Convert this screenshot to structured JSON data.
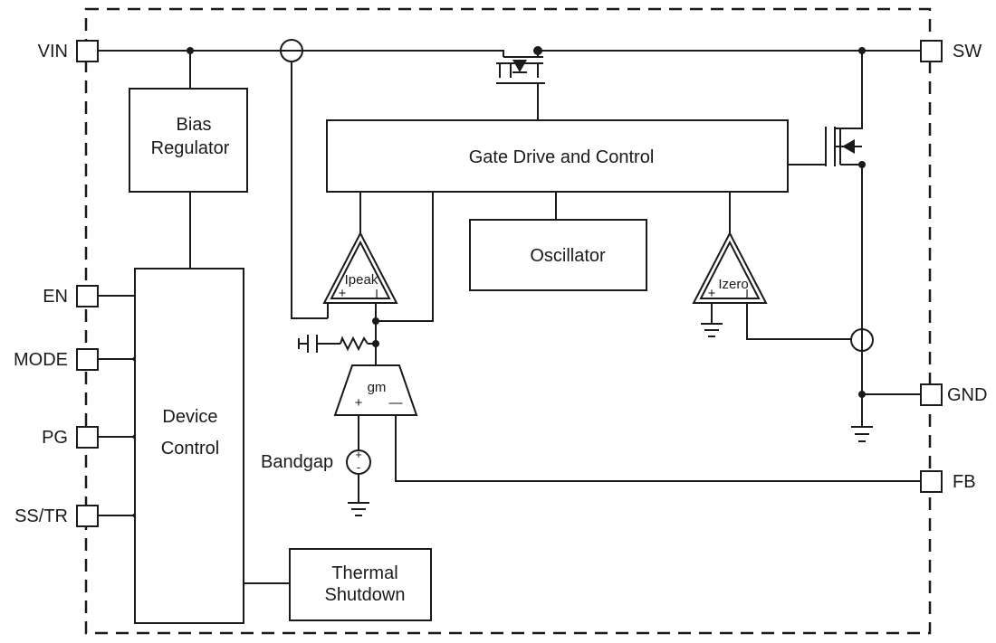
{
  "pins": {
    "vin": "VIN",
    "en": "EN",
    "mode": "MODE",
    "pg": "PG",
    "ss_tr": "SS/TR",
    "sw": "SW",
    "gnd": "GND",
    "fb": "FB"
  },
  "blocks": {
    "bias_regulator": [
      "Bias",
      "Regulator"
    ],
    "gate_drive": "Gate Drive and Control",
    "oscillator": "Oscillator",
    "device_control": [
      "Device",
      "Control"
    ],
    "thermal_shutdown": [
      "Thermal",
      "Shutdown"
    ]
  },
  "comparators": {
    "ipeak": {
      "label": "Ipeak",
      "plus": "+",
      "minus": "I"
    },
    "izero": {
      "label": "Izero",
      "plus": "+",
      "minus": "I"
    }
  },
  "amplifier": {
    "label": "gm",
    "plus": "+",
    "minus": "—"
  },
  "bandgap": {
    "label": "Bandgap",
    "plus": "+",
    "minus": "-"
  }
}
